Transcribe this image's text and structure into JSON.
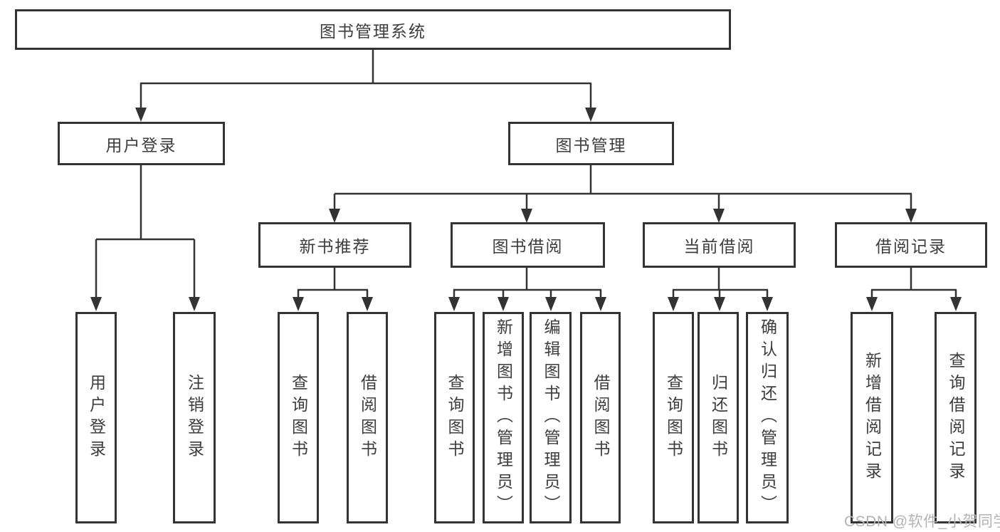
{
  "diagram": {
    "root": {
      "label": "图书管理系统"
    },
    "level2": [
      {
        "label": "用户登录"
      },
      {
        "label": "图书管理"
      }
    ],
    "level3": [
      {
        "label": "新书推荐",
        "parent": "图书管理"
      },
      {
        "label": "图书借阅",
        "parent": "图书管理"
      },
      {
        "label": "当前借阅",
        "parent": "图书管理"
      },
      {
        "label": "借阅记录",
        "parent": "图书管理"
      }
    ],
    "leaves": [
      {
        "label": "用户登录",
        "parent": "用户登录"
      },
      {
        "label": "注销登录",
        "parent": "用户登录"
      },
      {
        "label": "查询图书",
        "parent": "新书推荐"
      },
      {
        "label": "借阅图书",
        "parent": "新书推荐"
      },
      {
        "label": "查询图书",
        "parent": "图书借阅"
      },
      {
        "label": "新增图书（管理员）",
        "parent": "图书借阅"
      },
      {
        "label": "编辑图书（管理员）",
        "parent": "图书借阅"
      },
      {
        "label": "借阅图书",
        "parent": "图书借阅"
      },
      {
        "label": "查询图书",
        "parent": "当前借阅"
      },
      {
        "label": "归还图书",
        "parent": "当前借阅"
      },
      {
        "label": "确认归还（管理员）",
        "parent": "当前借阅"
      },
      {
        "label": "新增借阅记录",
        "parent": "借阅记录"
      },
      {
        "label": "查询借阅记录",
        "parent": "借阅记录"
      }
    ],
    "watermark": "CSDN @软件_小贺同学",
    "colors": {
      "line": "#333333",
      "text": "#3d3d3d",
      "watermark": "#b3b3b3",
      "background": "#ffffff"
    }
  }
}
